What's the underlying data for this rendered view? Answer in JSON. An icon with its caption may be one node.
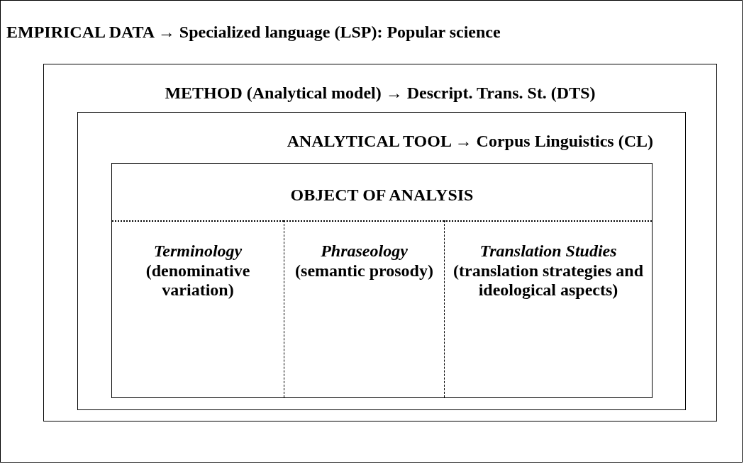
{
  "diagram": {
    "nodes": [
      {
        "text": [
          "EMPIRICAL DATA → Specialized language (LSP): Popular science"
        ]
      },
      {
        "text": [
          "METHOD (Analytical model) → Descript. Trans. St. (DTS)"
        ],
        "in": 0
      },
      {
        "text": [
          "ANALYTICAL TOOL → Corpus Linguistics (CL)"
        ],
        "in": 1
      },
      {
        "text": [
          "OBJECT OF ANALYSIS"
        ],
        "in": 2
      },
      {
        "text": [
          "Terminology",
          "(denominative variation)"
        ],
        "in": 3
      },
      {
        "text": [
          "Phraseology",
          "(semantic prosody)"
        ],
        "in": 3
      },
      {
        "text": [
          "Translation Studies",
          "(translation strategies and ideological aspects)"
        ],
        "in": 3
      }
    ]
  }
}
